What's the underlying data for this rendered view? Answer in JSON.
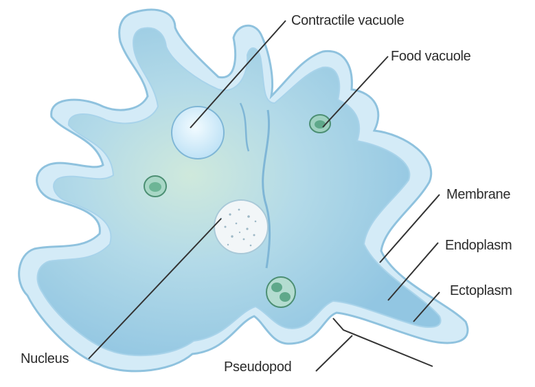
{
  "diagram": {
    "labels": {
      "contractile_vacuole": "Contractile vacuole",
      "food_vacuole": "Food vacuole",
      "membrane": "Membrane",
      "endoplasm": "Endoplasm",
      "ectoplasm": "Ectoplasm",
      "nucleus": "Nucleus",
      "pseudopod": "Pseudopod"
    },
    "colors": {
      "ectoplasm": "#d4ebf7",
      "membrane": "#8fc2de",
      "endoplasm": "#9ccbe6",
      "endoplasm_center": "#cfe9dc",
      "contractile_vacuole": "#d9efff",
      "food_vacuole": "#5fa88a",
      "nucleus": "#f2f6f8",
      "leader_line": "#333333",
      "text": "#2b2b2b"
    }
  }
}
